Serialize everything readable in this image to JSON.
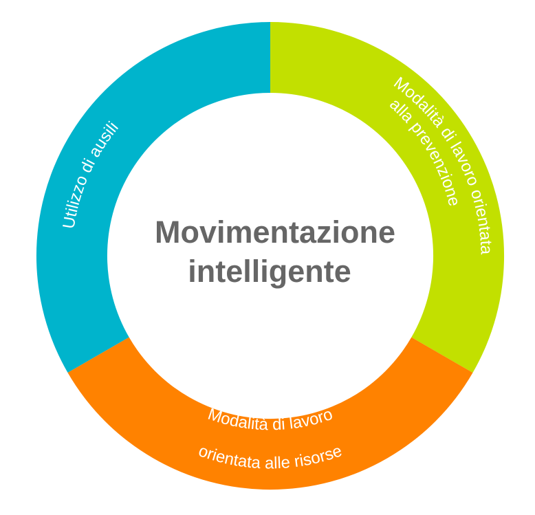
{
  "diagram": {
    "center": {
      "line1": "Movimentazione",
      "line2": "intelligente",
      "color": "#666666"
    },
    "segments": [
      {
        "id": "ausili",
        "color": "#00B4CC",
        "lines": [
          "Utilizzo di ausili"
        ]
      },
      {
        "id": "prevenzione",
        "color": "#C2E000",
        "lines": [
          "Modalità di lavoro orientata",
          "alla prevenzione"
        ]
      },
      {
        "id": "risorse",
        "color": "#FF8200",
        "lines": [
          "Modalità di lavoro",
          "orientata alle risorse"
        ]
      }
    ]
  }
}
